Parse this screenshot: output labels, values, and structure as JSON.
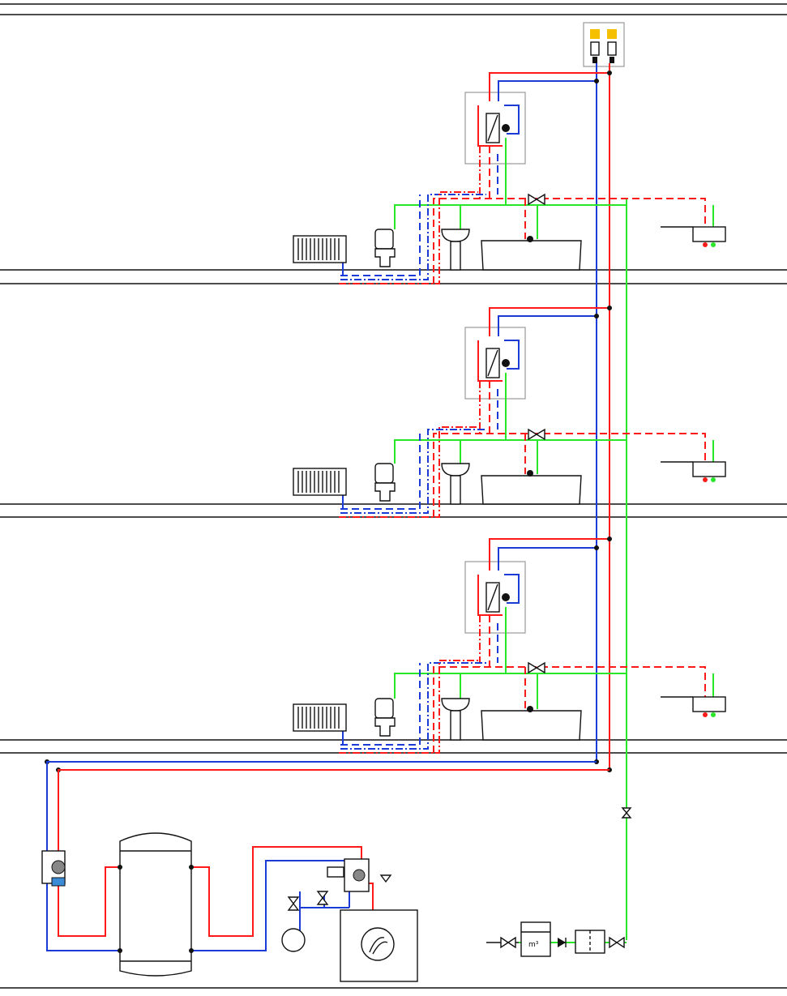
{
  "diagram": {
    "floors": [
      {
        "id": "floor-3"
      },
      {
        "id": "floor-2"
      },
      {
        "id": "floor-1"
      }
    ],
    "meter_unit_label": "m³",
    "colors": {
      "hot_supply": "#ff1a1a",
      "cold_return": "#1a3bd6",
      "cold_water": "#29e629"
    },
    "icons": [
      "radiator-icon",
      "toilet-icon",
      "washbasin-icon",
      "bathtub-icon",
      "sink-icon",
      "heat-interface-unit-icon",
      "buffer-tank-icon",
      "boiler-icon",
      "expansion-vessel-icon",
      "pump-icon",
      "water-meter-icon",
      "filter-icon",
      "check-valve-icon",
      "gate-valve-icon"
    ]
  }
}
